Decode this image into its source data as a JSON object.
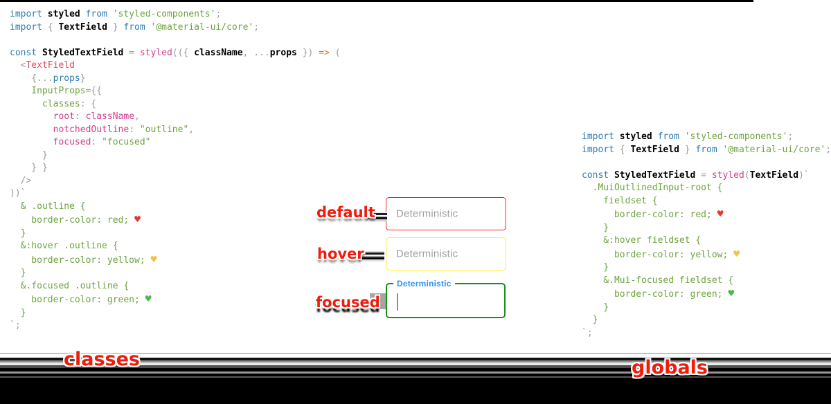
{
  "annotations": {
    "default_label": "default",
    "hover_label": "hover",
    "focused_label": "focused",
    "classes_label": "classes",
    "globals_label": "globals"
  },
  "textfields": {
    "default_state": {
      "placeholder": "Deterministic",
      "border_color": "#f3221a"
    },
    "hover_state": {
      "placeholder": "Deterministic",
      "border_color": "#fdf32b"
    },
    "focused_state": {
      "label": "Deterministic",
      "border_color": "#18911a",
      "label_color": "#2f93f6"
    }
  },
  "syntax_colors": {
    "keyword": "#2d7bb2",
    "string": "#6da33e",
    "property": "#cf3e8c",
    "jsx_tag": "#dd4a5d",
    "identifier": "#000000",
    "punctuation": "#9a9a9a",
    "arrow": "#c87a33",
    "css_green": "#6da33e",
    "heart_red": "#e23a2e",
    "heart_yellow": "#f4c241",
    "heart_green": "#4db94d"
  },
  "left_code": {
    "lines": [
      [
        [
          "kw",
          "import "
        ],
        [
          "id",
          "styled "
        ],
        [
          "kw",
          "from "
        ],
        [
          "str",
          "'styled-components'"
        ],
        [
          "pun",
          ";"
        ]
      ],
      [
        [
          "kw",
          "import "
        ],
        [
          "pun",
          "{ "
        ],
        [
          "id",
          "TextField "
        ],
        [
          "pun",
          "} "
        ],
        [
          "kw",
          "from "
        ],
        [
          "str",
          "'@material-ui/core'"
        ],
        [
          "pun",
          ";"
        ]
      ],
      [],
      [
        [
          "kw",
          "const "
        ],
        [
          "id",
          "StyledTextField "
        ],
        [
          "pun",
          "= "
        ],
        [
          "pink",
          "styled"
        ],
        [
          "pun",
          "(({ "
        ],
        [
          "id",
          "className"
        ],
        [
          "pun",
          ", ..."
        ],
        [
          "id",
          "props"
        ],
        [
          "pun",
          " }) "
        ],
        [
          "arr",
          "=> "
        ],
        [
          "pun",
          "("
        ]
      ],
      [
        [
          "pun",
          "  <"
        ],
        [
          "tag",
          "TextField"
        ]
      ],
      [
        [
          "pun",
          "    {..."
        ],
        [
          "blu",
          "props"
        ],
        [
          "pun",
          "}"
        ]
      ],
      [
        [
          "grn",
          "    InputProps"
        ],
        [
          "pun",
          "={{"
        ]
      ],
      [
        [
          "grn",
          "      classes"
        ],
        [
          "pun",
          ": {"
        ]
      ],
      [
        [
          "pink",
          "        root"
        ],
        [
          "pun",
          ": "
        ],
        [
          "pink",
          "className"
        ],
        [
          "pun",
          ","
        ]
      ],
      [
        [
          "pink",
          "        notchedOutline"
        ],
        [
          "pun",
          ": "
        ],
        [
          "str",
          "\"outline\""
        ],
        [
          "pun",
          ","
        ]
      ],
      [
        [
          "pink",
          "        focused"
        ],
        [
          "pun",
          ": "
        ],
        [
          "str",
          "\"focused\""
        ]
      ],
      [
        [
          "pun",
          "      }"
        ]
      ],
      [
        [
          "pun",
          "    } }"
        ]
      ],
      [
        [
          "pun",
          "  />"
        ]
      ],
      [
        [
          "pun",
          "))`"
        ]
      ],
      [
        [
          "grn",
          "  & .outline {"
        ]
      ],
      [
        [
          "grn",
          "    border-color: red; "
        ],
        [
          "hr",
          "♥"
        ]
      ],
      [
        [
          "grn",
          "  }"
        ]
      ],
      [
        [
          "grn",
          "  &:hover .outline {"
        ]
      ],
      [
        [
          "grn",
          "    border-color: yellow; "
        ],
        [
          "hy",
          "♥"
        ]
      ],
      [
        [
          "grn",
          "  }"
        ]
      ],
      [
        [
          "grn",
          "  &.focused .outline {"
        ]
      ],
      [
        [
          "grn",
          "    border-color: green; "
        ],
        [
          "hg",
          "♥"
        ]
      ],
      [
        [
          "grn",
          "  }"
        ]
      ],
      [
        [
          "pun",
          "`;"
        ]
      ]
    ]
  },
  "right_code": {
    "lines": [
      [
        [
          "kw",
          "import "
        ],
        [
          "id",
          "styled "
        ],
        [
          "kw",
          "from "
        ],
        [
          "str",
          "'styled-components'"
        ],
        [
          "pun",
          ";"
        ]
      ],
      [
        [
          "kw",
          "import "
        ],
        [
          "pun",
          "{ "
        ],
        [
          "id",
          "TextField "
        ],
        [
          "pun",
          "} "
        ],
        [
          "kw",
          "from "
        ],
        [
          "str",
          "'@material-ui/core'"
        ],
        [
          "pun",
          ";"
        ]
      ],
      [],
      [
        [
          "kw",
          "const "
        ],
        [
          "id",
          "StyledTextField "
        ],
        [
          "pun",
          "= "
        ],
        [
          "pink",
          "styled"
        ],
        [
          "pun",
          "("
        ],
        [
          "id",
          "TextField"
        ],
        [
          "pun",
          ")`"
        ]
      ],
      [
        [
          "grn",
          "  .MuiOutlinedInput-root {"
        ]
      ],
      [
        [
          "grn",
          "    fieldset {"
        ]
      ],
      [
        [
          "grn",
          "      border-color: red; "
        ],
        [
          "hr",
          "♥"
        ]
      ],
      [
        [
          "grn",
          "    }"
        ]
      ],
      [
        [
          "grn",
          "    &:hover fieldset {"
        ]
      ],
      [
        [
          "grn",
          "      border-color: yellow; "
        ],
        [
          "hy",
          "♥"
        ]
      ],
      [
        [
          "grn",
          "    }"
        ]
      ],
      [
        [
          "grn",
          "    &.Mui-focused fieldset {"
        ]
      ],
      [
        [
          "grn",
          "      border-color: green; "
        ],
        [
          "hg",
          "♥"
        ]
      ],
      [
        [
          "grn",
          "    }"
        ]
      ],
      [
        [
          "grn",
          "  }"
        ]
      ],
      [
        [
          "pun",
          "`;"
        ]
      ]
    ]
  }
}
